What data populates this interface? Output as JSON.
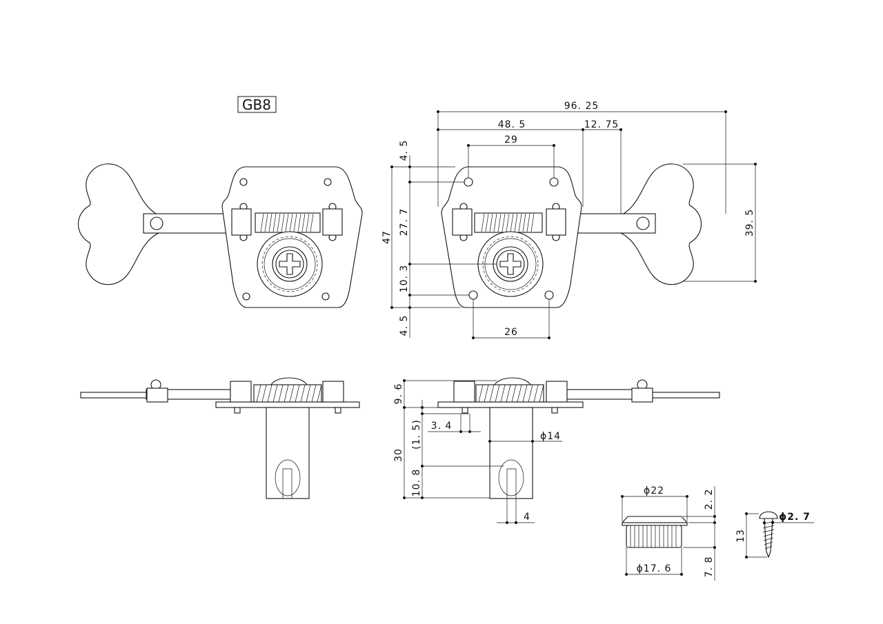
{
  "model": "GB8",
  "front_view_dims": {
    "overall_length": "96. 25",
    "plate_to_shaft": "48. 5",
    "shaft_to_button": "12. 75",
    "top_holes": "29",
    "bottom_holes": "26",
    "top_offset": "4. 5",
    "upper_height": "27. 7",
    "total_height": "47",
    "lower_height": "10. 3",
    "bottom_offset": "4. 5",
    "button_height": "39. 5"
  },
  "side_view_dims": {
    "top_height": "9. 6",
    "bracket": "(1. 5)",
    "pin_offset": "3. 4",
    "post_diameter": "ϕ14",
    "post_height": "30",
    "slot_depth": "10. 8",
    "slot_width": "4"
  },
  "bushing_dims": {
    "flange_diameter": "ϕ22",
    "flange_height": "2. 2",
    "bushing_diameter": "ϕ17. 6",
    "bushing_height": "7. 8"
  },
  "screw_dims": {
    "diameter": "ϕ2. 7",
    "length": "13"
  }
}
